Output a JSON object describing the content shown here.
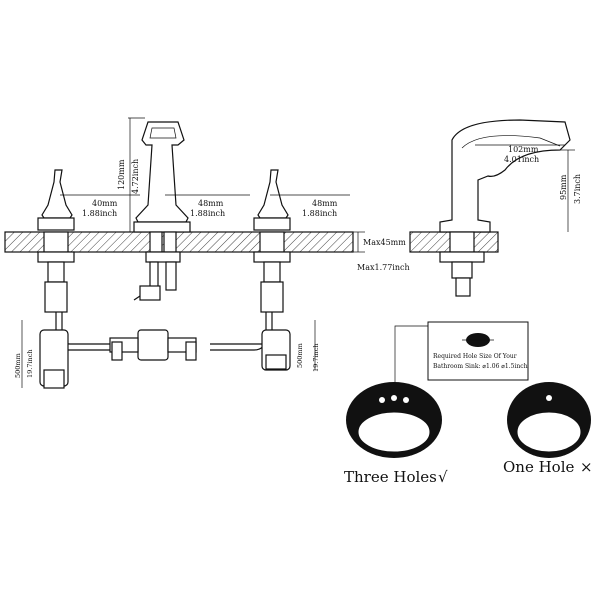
{
  "front_view": {
    "left_handle": {
      "spread_mm": "40mm",
      "spread_in": "1.88inch"
    },
    "spout_to_right": {
      "spread_mm": "48mm",
      "spread_in": "1.88inch"
    },
    "right_handle": {
      "spread_mm": "48mm",
      "spread_in": "1.88inch"
    },
    "spout_height": {
      "mm": "120mm",
      "in": "4.72inch"
    },
    "deck_thickness": {
      "max_mm": "Max45mm",
      "max_in": "Max1.77inch"
    },
    "left_supply": {
      "mm": "500mm",
      "in": "19.7inch"
    },
    "right_supply": {
      "mm": "500mm",
      "in": "19.7inch"
    }
  },
  "side_view": {
    "spout_reach": {
      "mm": "102mm",
      "in": "4.01inch"
    },
    "height": {
      "mm": "95mm",
      "in": "3.7inch"
    }
  },
  "hole_callout": {
    "line1": "Required Hole Size Of Your",
    "line2": "Bathroom Sink: ⌀1.06 ⌀1.5inch"
  },
  "sinks": {
    "three_holes": {
      "label": "Three Holes",
      "mark": "√"
    },
    "one_hole": {
      "label": "One Hole",
      "mark": "×"
    }
  },
  "colors": {
    "line": "#111111",
    "sink_fill": "#111111",
    "background": "#ffffff"
  }
}
